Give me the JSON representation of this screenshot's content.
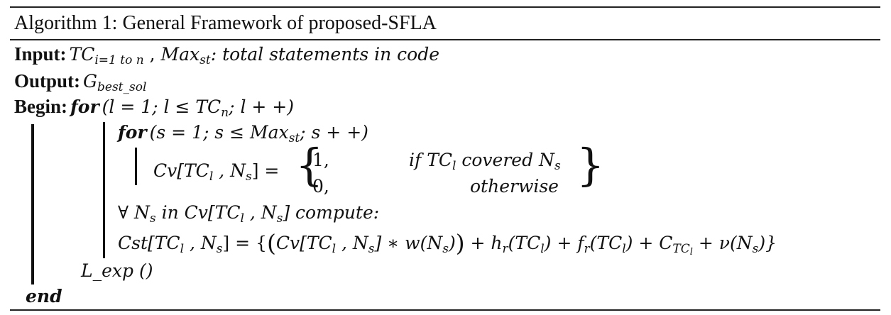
{
  "algorithm": {
    "caption": "Algorithm 1: General Framework of proposed-SFLA",
    "input": {
      "keyword": "Input:",
      "tc": "TC",
      "tc_sub": "i=1 to n",
      "sep": " ,",
      "max": "Max",
      "max_sub": "st",
      "desc": ": total statements in code"
    },
    "output": {
      "keyword": "Output:",
      "g": "G",
      "g_sub": "best_sol"
    },
    "begin": {
      "keyword": "Begin:",
      "for_kw": "for",
      "loop_a": "(l = 1; l ≤ TC",
      "loop_sub": "n",
      "loop_b": "; l + +)"
    },
    "inner_for": {
      "for_kw": "for",
      "loop_a": "(s = 1; s ≤ Max",
      "loop_sub": "st",
      "loop_b": "; s + +)"
    },
    "cv_assign": {
      "lhs_a": "Cv[TC",
      "lhs_sub1": "l",
      "lhs_b": " , N",
      "lhs_sub2": "s",
      "lhs_c": "] =",
      "case1_val": "1,",
      "case1_cond_a": "if TC",
      "case1_cond_sub1": "l",
      "case1_cond_b": " covered N",
      "case1_cond_sub2": "s",
      "case2_val": "0,",
      "case2_cond": "otherwise"
    },
    "forall": {
      "symbol": "∀",
      "text_a": " N",
      "sub1": "s",
      "text_b": " in Cv[TC",
      "sub2": "l",
      "text_c": " , N",
      "sub3": "s",
      "text_d": "] compute:"
    },
    "cst": {
      "a": "Cst[TC",
      "s1": "l",
      "b": " , N",
      "s2": "s",
      "c": "] = {",
      "p1": "(",
      "d": "Cv[TC",
      "s3": "l",
      "e": " , N",
      "s4": "s",
      "f": "] ∗ w(N",
      "s5": "s",
      "g": ")",
      "p2": ")",
      "h": " + h",
      "s6": "r",
      "i": "(TC",
      "s7": "l",
      "j": ") + f",
      "s8": "r",
      "k": "(TC",
      "s9": "l",
      "l": ") + C",
      "s10": "TC",
      "s10b": "l",
      "m": " + ν(N",
      "s11": "s",
      "n": ")}"
    },
    "lexp": "L_exp ()",
    "end_kw": "end"
  }
}
